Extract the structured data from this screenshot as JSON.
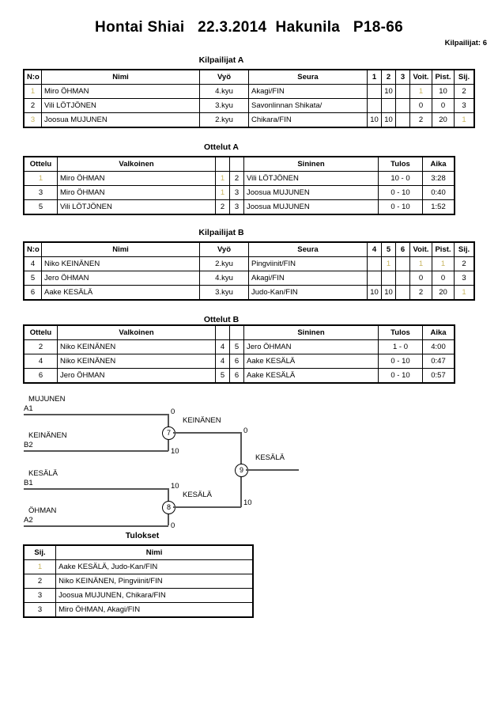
{
  "header": {
    "title": "Hontai Shiai   22.3.2014  Hakunila   P18-66",
    "entrants_label": "Kilpailijat: 6"
  },
  "pools": [
    {
      "caption": "Kilpailijat A",
      "columns": [
        "N:o",
        "Nimi",
        "Vyö",
        "Seura",
        "1",
        "2",
        "3",
        "Voit.",
        "Pist.",
        "Sij."
      ],
      "rows": [
        {
          "no": "1",
          "name": "Miro ÖHMAN",
          "belt": "4.kyu",
          "club": "Akagi/FIN",
          "m1": "",
          "m2": "10",
          "m3": "",
          "wins": "1",
          "points": "10",
          "rank": "2"
        },
        {
          "no": "2",
          "name": "Vili LÖTJÖNEN",
          "belt": "3.kyu",
          "club": "Savonlinnan Shikata/",
          "m1": "",
          "m2": "",
          "m3": "",
          "wins": "0",
          "points": "0",
          "rank": "3"
        },
        {
          "no": "3",
          "name": "Joosua MUJUNEN",
          "belt": "2.kyu",
          "club": "Chikara/FIN",
          "m1": "10",
          "m2": "10",
          "m3": "",
          "wins": "2",
          "points": "20",
          "rank": "1"
        }
      ]
    },
    {
      "caption": "Kilpailijat B",
      "columns": [
        "N:o",
        "Nimi",
        "Vyö",
        "Seura",
        "4",
        "5",
        "6",
        "Voit.",
        "Pist.",
        "Sij."
      ],
      "rows": [
        {
          "no": "4",
          "name": "Niko KEINÄNEN",
          "belt": "2.kyu",
          "club": "Pingviinit/FIN",
          "m1": "",
          "m2": "1",
          "m3": "",
          "wins": "1",
          "points": "1",
          "rank": "2"
        },
        {
          "no": "5",
          "name": "Jero ÖHMAN",
          "belt": "4.kyu",
          "club": "Akagi/FIN",
          "m1": "",
          "m2": "",
          "m3": "",
          "wins": "0",
          "points": "0",
          "rank": "3"
        },
        {
          "no": "6",
          "name": "Aake KESÄLÄ",
          "belt": "3.kyu",
          "club": "Judo-Kan/FIN",
          "m1": "10",
          "m2": "10",
          "m3": "",
          "wins": "2",
          "points": "20",
          "rank": "1"
        }
      ]
    }
  ],
  "matches": [
    {
      "caption": "Ottelut A",
      "columns": [
        "Ottelu",
        "Valkoinen",
        "",
        "",
        "Sininen",
        "Tulos",
        "Aika"
      ],
      "rows": [
        {
          "match": "1",
          "white": "Miro ÖHMAN",
          "wno": "1",
          "bno": "2",
          "blue": "Vili LÖTJÖNEN",
          "result": "10 - 0",
          "time": "3:28"
        },
        {
          "match": "3",
          "white": "Miro ÖHMAN",
          "wno": "1",
          "bno": "3",
          "blue": "Joosua MUJUNEN",
          "result": "0 - 10",
          "time": "0:40"
        },
        {
          "match": "5",
          "white": "Vili LÖTJÖNEN",
          "wno": "2",
          "bno": "3",
          "blue": "Joosua MUJUNEN",
          "result": "0 - 10",
          "time": "1:52"
        }
      ]
    },
    {
      "caption": "Ottelut B",
      "columns": [
        "Ottelu",
        "Valkoinen",
        "",
        "",
        "Sininen",
        "Tulos",
        "Aika"
      ],
      "rows": [
        {
          "match": "2",
          "white": "Niko KEINÄNEN",
          "wno": "4",
          "bno": "5",
          "blue": "Jero ÖHMAN",
          "result": "1 - 0",
          "time": "4:00"
        },
        {
          "match": "4",
          "white": "Niko KEINÄNEN",
          "wno": "4",
          "bno": "6",
          "blue": "Aake KESÄLÄ",
          "result": "0 - 10",
          "time": "0:47"
        },
        {
          "match": "6",
          "white": "Jero ÖHMAN",
          "wno": "5",
          "bno": "6",
          "blue": "Aake KESÄLÄ",
          "result": "0 - 10",
          "time": "0:57"
        }
      ]
    }
  ],
  "bracket": {
    "entries": [
      {
        "name": "MUJUNEN",
        "seed": "A1"
      },
      {
        "name": "KEINÄNEN",
        "seed": "B2"
      },
      {
        "name": "KESÄLÄ",
        "seed": "B1"
      },
      {
        "name": "ÖHMAN",
        "seed": "A2"
      }
    ],
    "semifinal_top": {
      "number": "7",
      "winner": "KEINÄNEN",
      "top_score": "0",
      "bottom_score": "10"
    },
    "semifinal_bottom": {
      "number": "8",
      "winner": "KESÄLÄ",
      "top_score": "10",
      "bottom_score": "0"
    },
    "final": {
      "number": "9",
      "winner": "KESÄLÄ",
      "top_score": "0",
      "bottom_score": "10"
    }
  },
  "results": {
    "caption": "Tulokset",
    "columns": [
      "Sij.",
      "Nimi"
    ],
    "rows": [
      {
        "rank": "1",
        "name": "Aake KESÄLÄ, Judo-Kan/FIN"
      },
      {
        "rank": "2",
        "name": "Niko KEINÄNEN, Pingviinit/FIN"
      },
      {
        "rank": "3",
        "name": "Joosua MUJUNEN, Chikara/FIN"
      },
      {
        "rank": "3",
        "name": "Miro ÖHMAN, Akagi/FIN"
      }
    ]
  }
}
